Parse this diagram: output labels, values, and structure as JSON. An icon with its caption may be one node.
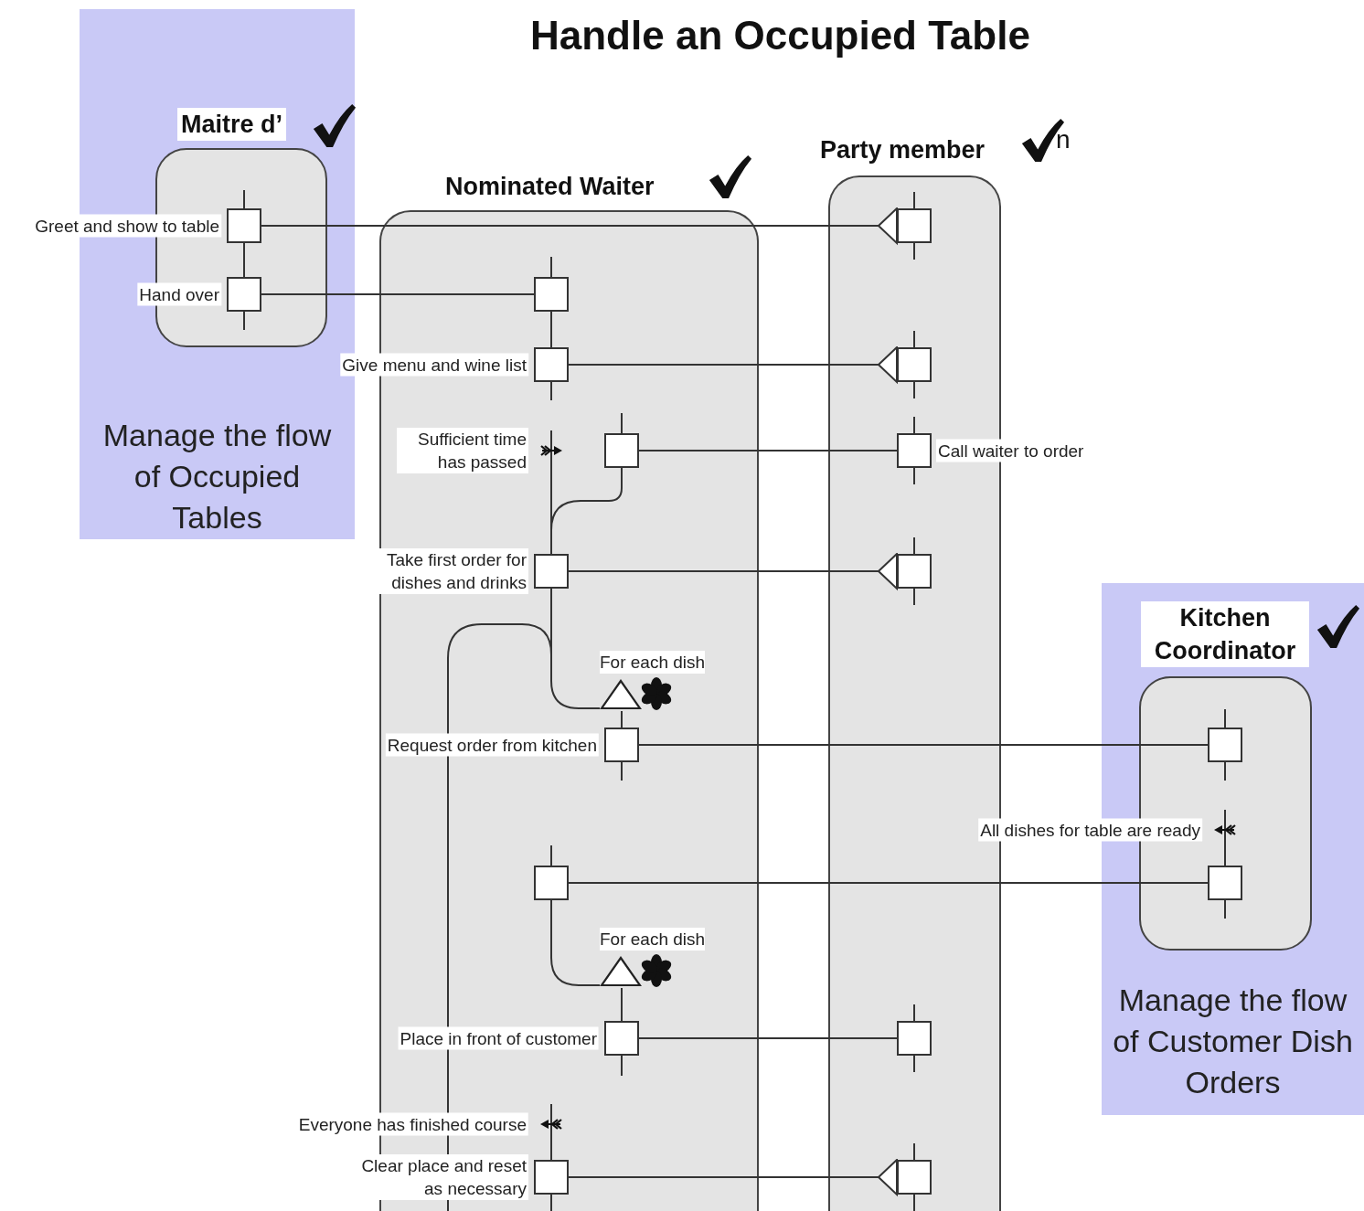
{
  "diagram": {
    "title": "Handle an Occupied Table",
    "nodes": [
      {
        "text": [
          "Manage the flow of Occupied Tables"
        ]
      },
      {
        "text": [
          "Maitre d’"
        ],
        "in": 0
      },
      {
        "text": [],
        "shape": "box",
        "beside": [
          "Greet and show to table"
        ],
        "in": 1
      },
      {
        "text": [],
        "shape": "box",
        "beside": [
          "Hand over"
        ],
        "in": 1
      },
      {
        "text": [
          "Nominated Waiter"
        ]
      },
      {
        "text": [],
        "shape": "box",
        "in": 4
      },
      {
        "text": [],
        "shape": "box",
        "beside": [
          "Give menu and wine list"
        ],
        "in": 4
      },
      {
        "text": [],
        "shape": "arrow",
        "beside": [
          "Sufficient time has passed"
        ],
        "in": 4
      },
      {
        "text": [],
        "shape": "box",
        "in": 4
      },
      {
        "text": [],
        "shape": "box",
        "beside": [
          "Take first order for dishes and drinks"
        ],
        "in": 4
      },
      {
        "text": [
          "For each dish"
        ],
        "in": 4
      },
      {
        "text": [],
        "shape": "box",
        "beside": [
          "Request order from kitchen"
        ],
        "in": 4
      },
      {
        "text": [],
        "shape": "box",
        "in": 4
      },
      {
        "text": [
          "For each dish"
        ],
        "in": 4
      },
      {
        "text": [],
        "shape": "box",
        "beside": [
          "Place in front of customer"
        ],
        "in": 4
      },
      {
        "text": [],
        "shape": "arrow",
        "beside": [
          "Everyone has finished course"
        ],
        "in": 4
      },
      {
        "text": [],
        "shape": "box",
        "beside": [
          "Clear place and reset as necessary"
        ],
        "in": 4
      },
      {
        "text": [
          "Party member"
        ],
        "beside": [
          "n"
        ]
      },
      {
        "text": [],
        "shape": "box",
        "in": 17
      },
      {
        "text": [],
        "shape": "box",
        "in": 17
      },
      {
        "text": [],
        "shape": "box",
        "beside": [
          "Call waiter to order"
        ],
        "in": 17
      },
      {
        "text": [],
        "shape": "box",
        "in": 17
      },
      {
        "text": [],
        "shape": "box",
        "in": 17
      },
      {
        "text": [],
        "shape": "box",
        "in": 17
      },
      {
        "text": [
          "Manage the flow of Customer Dish Orders"
        ]
      },
      {
        "text": [
          "Kitchen Coordinator"
        ],
        "in": 24
      },
      {
        "text": [],
        "shape": "box",
        "in": 25
      },
      {
        "text": [],
        "shape": "arrow",
        "beside": [
          "All dishes for table are ready"
        ],
        "in": 25
      },
      {
        "text": [],
        "shape": "box",
        "in": 25
      }
    ],
    "edges": [
      {
        "from": 2,
        "to": 18,
        "arrow": "other"
      },
      {
        "from": 3,
        "to": 5,
        "arrow": "none"
      },
      {
        "from": 6,
        "to": 19,
        "arrow": "other"
      },
      {
        "from": 8,
        "to": 20,
        "arrow": "none"
      },
      {
        "from": 9,
        "to": 21,
        "arrow": "other"
      },
      {
        "from": 11,
        "to": 26,
        "arrow": "none"
      },
      {
        "from": 12,
        "to": 28,
        "arrow": "none"
      },
      {
        "from": 14,
        "to": 22,
        "arrow": "none"
      },
      {
        "from": 16,
        "to": 23,
        "arrow": "other"
      },
      {
        "from": 2,
        "to": 3,
        "arrow": "none"
      },
      {
        "from": 5,
        "to": 6,
        "arrow": "none"
      },
      {
        "from": 7,
        "to": 9,
        "arrow": "none"
      },
      {
        "from": 8,
        "to": 9,
        "arrow": "none"
      },
      {
        "from": 9,
        "to": 10,
        "arrow": "none"
      },
      {
        "from": 10,
        "to": 11,
        "arrow": "none"
      },
      {
        "from": 12,
        "to": 13,
        "arrow": "none"
      },
      {
        "from": 13,
        "to": 14,
        "arrow": "none"
      },
      {
        "from": 15,
        "to": 16,
        "arrow": "none"
      },
      {
        "from": 27,
        "to": 28,
        "arrow": "none"
      },
      {
        "from": 9,
        "to": null,
        "arrow": "none"
      }
    ]
  }
}
